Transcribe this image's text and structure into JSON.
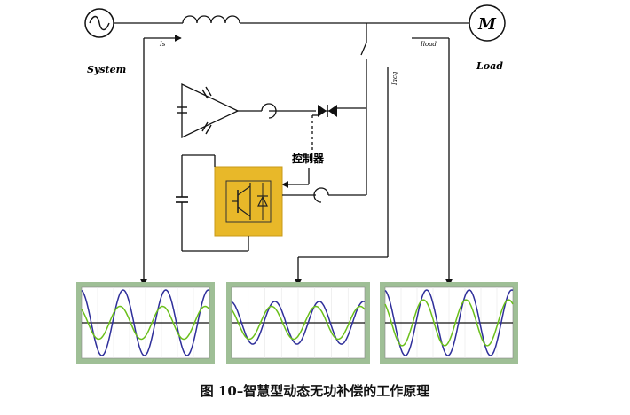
{
  "labels": {
    "system": "System",
    "load": "Load",
    "motor": "M",
    "controller": "控制器",
    "source_current": "Is",
    "load_current": "Iload",
    "comp_current": "Iacq"
  },
  "caption": "图 10–智慧型动态无功补偿的工作原理",
  "waveforms": [
    {
      "name": "system-current",
      "blue_amplitude": 1.0,
      "green_amplitude": 0.5,
      "cycles": 3
    },
    {
      "name": "compensation-current",
      "blue_amplitude": 0.65,
      "green_amplitude": 0.5,
      "cycles": 3
    },
    {
      "name": "load-current",
      "blue_amplitude": 1.0,
      "green_amplitude": 0.7,
      "cycles": 3
    }
  ],
  "colors": {
    "blue_wave": "#2e2e9a",
    "green_wave": "#6abf1a",
    "module_fill": "#e8b829",
    "scope_frame": "#9fbf96",
    "scope_bg": "#ffffff"
  }
}
